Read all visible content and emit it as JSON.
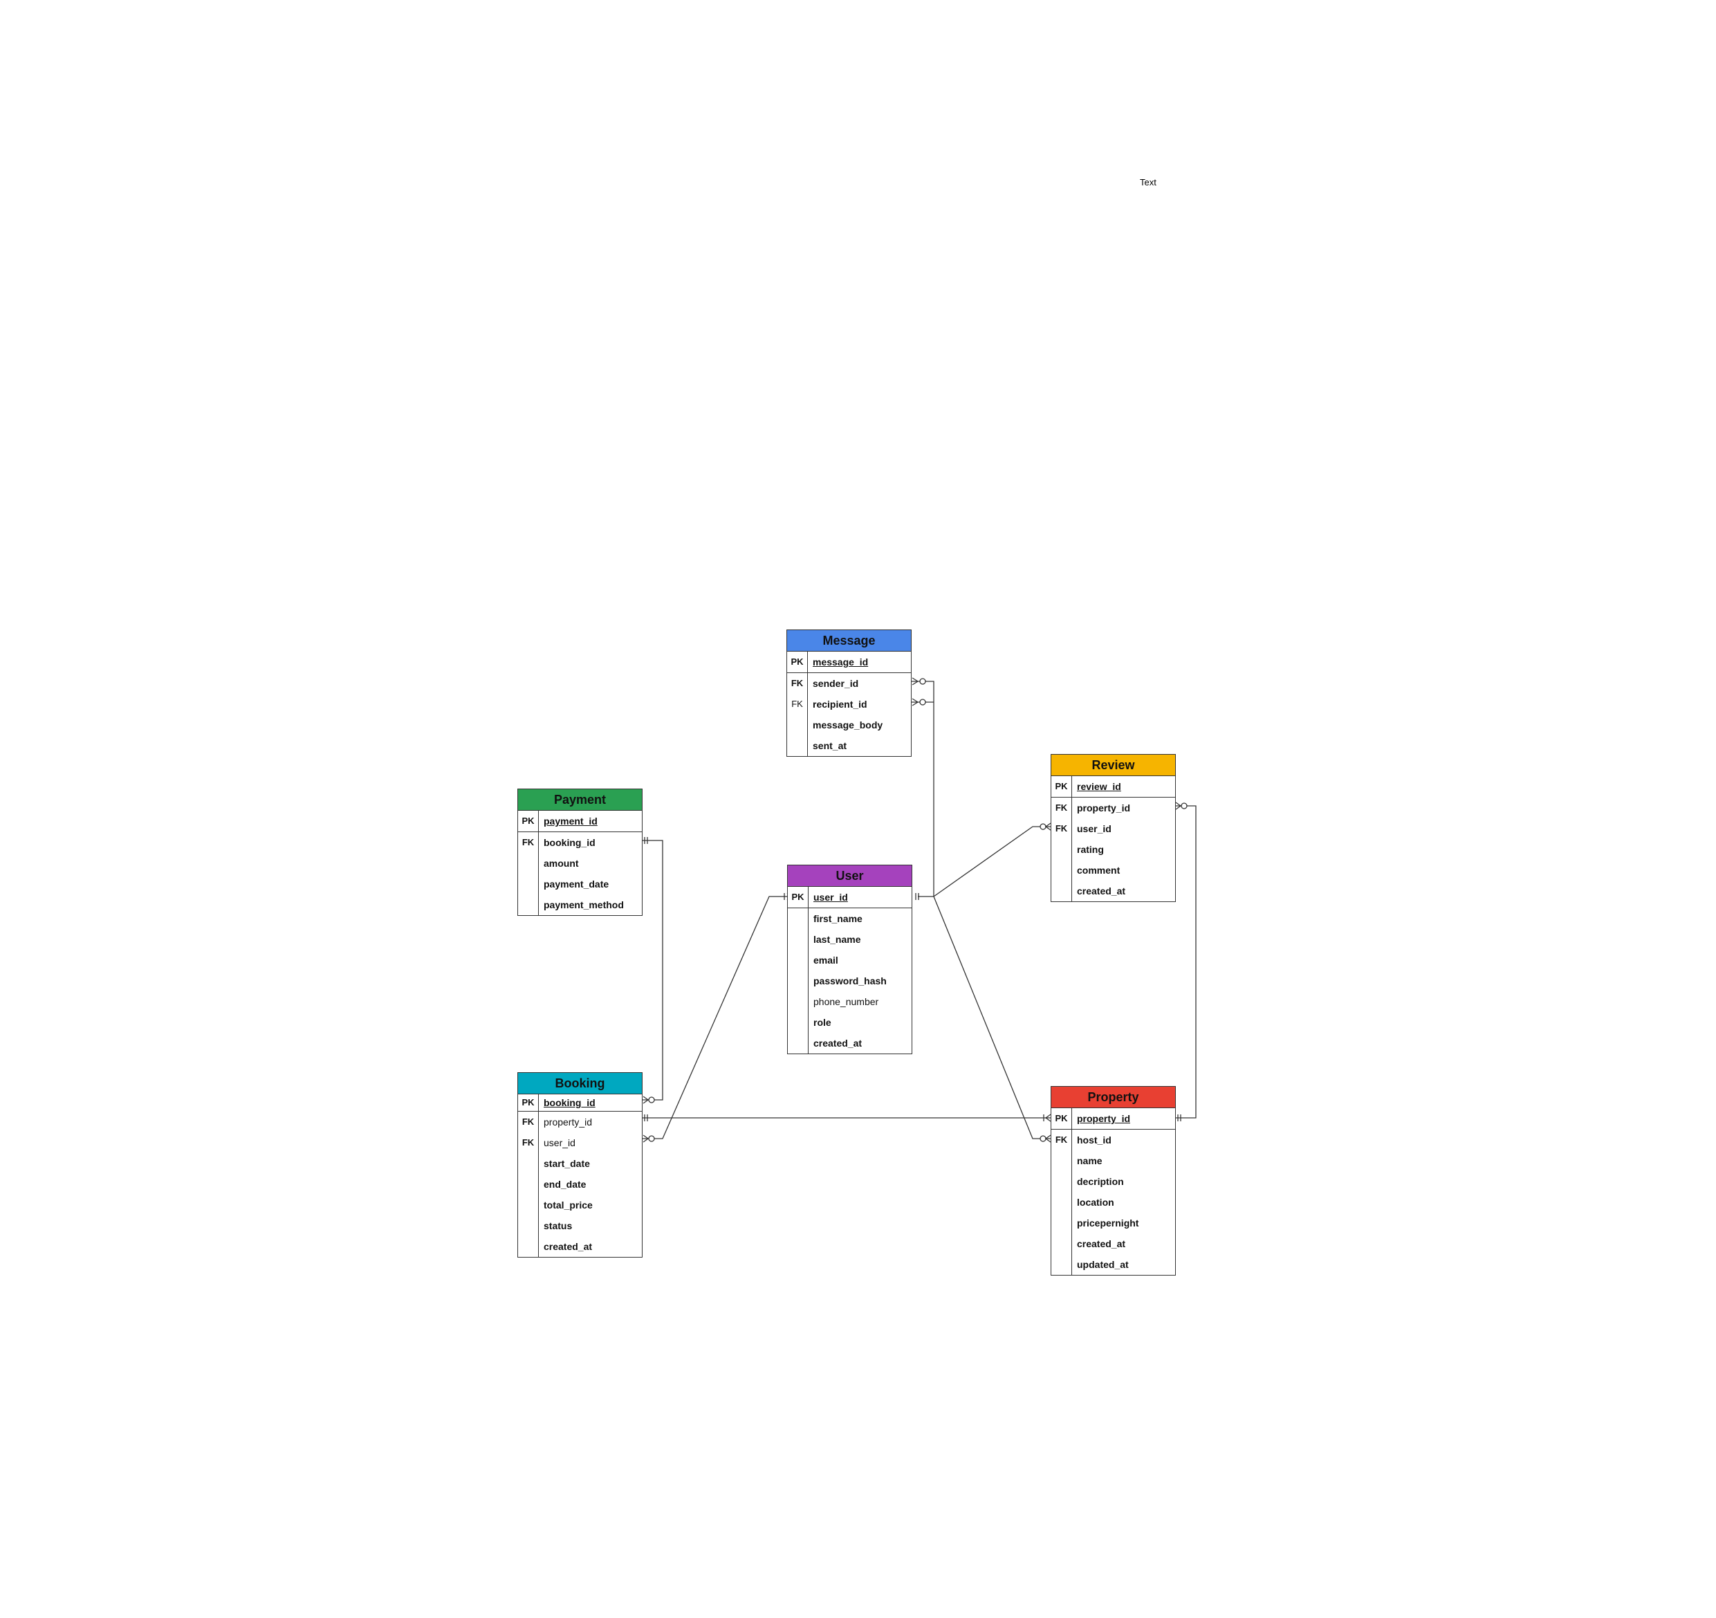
{
  "free_text": "Text",
  "colors": {
    "message": "#4a86e8",
    "review": "#f6b400",
    "payment": "#2aa052",
    "user": "#a542bd",
    "booking": "#00a8c0",
    "property": "#e84032",
    "line": "#333333"
  },
  "entities": [
    {
      "id": "message",
      "title": "Message",
      "rows": [
        {
          "key": "PK",
          "field": "message_id"
        },
        {
          "key": "FK",
          "field": "sender_id"
        },
        {
          "key": "FK",
          "field": "recipient_id"
        },
        {
          "key": "",
          "field": "message_body"
        },
        {
          "key": "",
          "field": "sent_at"
        }
      ]
    },
    {
      "id": "review",
      "title": "Review",
      "rows": [
        {
          "key": "PK",
          "field": "review_id"
        },
        {
          "key": "FK",
          "field": "property_id"
        },
        {
          "key": "FK",
          "field": "user_id"
        },
        {
          "key": "",
          "field": "rating"
        },
        {
          "key": "",
          "field": "comment"
        },
        {
          "key": "",
          "field": "created_at"
        }
      ]
    },
    {
      "id": "payment",
      "title": "Payment",
      "rows": [
        {
          "key": "PK",
          "field": "payment_id"
        },
        {
          "key": "FK",
          "field": "booking_id"
        },
        {
          "key": "",
          "field": "amount"
        },
        {
          "key": "",
          "field": "payment_date"
        },
        {
          "key": "",
          "field": "payment_method"
        }
      ]
    },
    {
      "id": "user",
      "title": "User",
      "rows": [
        {
          "key": "PK",
          "field": "user_id"
        },
        {
          "key": "",
          "field": "first_name"
        },
        {
          "key": "",
          "field": "last_name"
        },
        {
          "key": "",
          "field": "email"
        },
        {
          "key": "",
          "field": "password_hash"
        },
        {
          "key": "",
          "field": "phone_number"
        },
        {
          "key": "",
          "field": "role"
        },
        {
          "key": "",
          "field": "created_at"
        }
      ]
    },
    {
      "id": "booking",
      "title": "Booking",
      "rows": [
        {
          "key": "PK",
          "field": "booking_id"
        },
        {
          "key": "FK",
          "field": "property_id"
        },
        {
          "key": "FK",
          "field": "user_id"
        },
        {
          "key": "",
          "field": "start_date"
        },
        {
          "key": "",
          "field": "end_date"
        },
        {
          "key": "",
          "field": "total_price"
        },
        {
          "key": "",
          "field": "status"
        },
        {
          "key": "",
          "field": "created_at"
        }
      ]
    },
    {
      "id": "property",
      "title": "Property",
      "rows": [
        {
          "key": "PK",
          "field": "property_id"
        },
        {
          "key": "FK",
          "field": "host_id"
        },
        {
          "key": "",
          "field": "name"
        },
        {
          "key": "",
          "field": "decription"
        },
        {
          "key": "",
          "field": "location"
        },
        {
          "key": "",
          "field": "pricepernight"
        },
        {
          "key": "",
          "field": "created_at"
        },
        {
          "key": "",
          "field": "updated_at"
        }
      ]
    }
  ]
}
